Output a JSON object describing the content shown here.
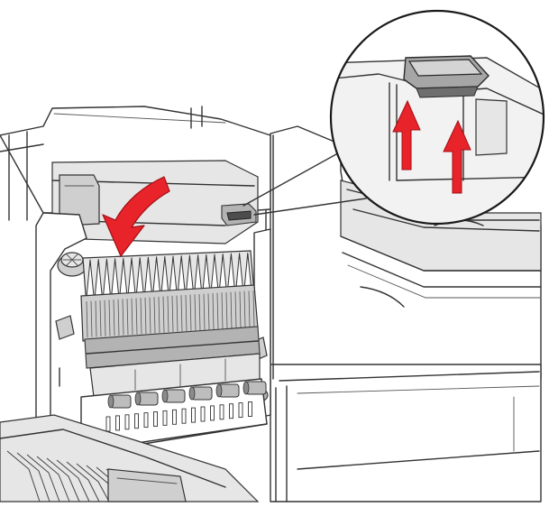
{
  "figure": {
    "kind": "printer-maintenance-illustration",
    "icons": {
      "main_arrow": "curved-down-arrow-icon",
      "detail_arrows": "up-arrow-icon"
    },
    "colors": {
      "arrow": "#e8232a",
      "arrow_edge": "#a10f14",
      "outline": "#333333",
      "shade_light": "#e6e6e6",
      "shade_mid": "#cfcfcf",
      "shade_dark": "#8c8c8c"
    },
    "fuser_fin_count": 20,
    "roller_count": 6,
    "detail_arrow_count": 2
  }
}
